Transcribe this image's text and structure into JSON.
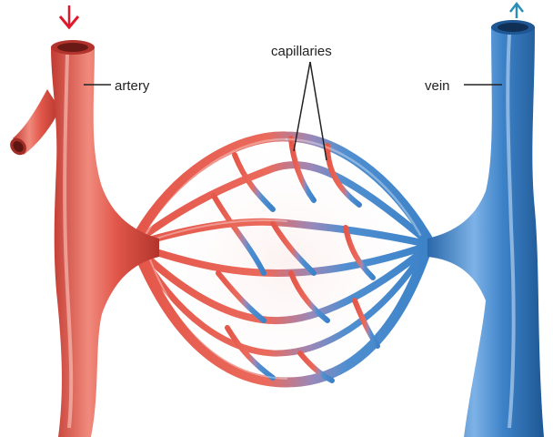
{
  "labels": {
    "artery": "artery",
    "vein": "vein",
    "capillaries": "capillaries"
  },
  "colors": {
    "artery": "#e1574a",
    "artery_dark": "#b3342c",
    "artery_light": "#f49a8e",
    "vein": "#3d82c8",
    "vein_dark": "#1e5794",
    "vein_light": "#8cbcea",
    "flow_arrow": "#e0182b",
    "leader_line": "#222222"
  },
  "flow_arrows": [
    {
      "name": "artery-inflow-arrow",
      "icon": "arrow-down-icon"
    },
    {
      "name": "vein-outflow-arrow",
      "icon": "arrow-up-icon"
    }
  ]
}
